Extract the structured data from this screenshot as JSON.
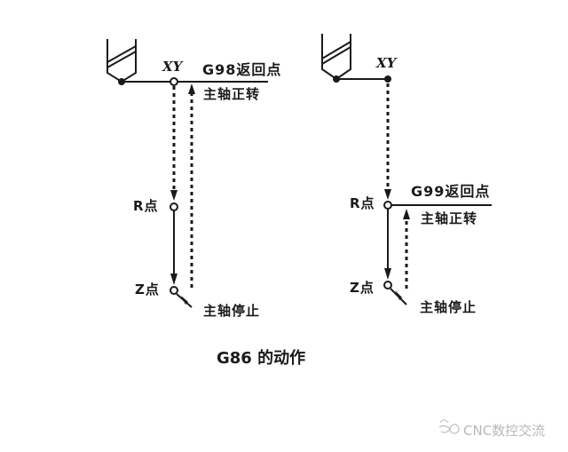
{
  "diagram": {
    "caption": "G86 的动作",
    "watermark": "CNC数控交流",
    "left": {
      "mode": "G98",
      "xy_label": "XY",
      "return_label": "G98返回点",
      "spindle_forward": "主轴正转",
      "r_label": "R点",
      "z_label": "Z点",
      "spindle_stop": "主轴停止"
    },
    "right": {
      "mode": "G99",
      "xy_label": "XY",
      "return_label": "G99返回点",
      "spindle_forward": "主轴正转",
      "r_label": "R点",
      "z_label": "Z点",
      "spindle_stop": "主轴停止"
    }
  },
  "colors": {
    "line": "#1a1a1a",
    "background": "#ffffff",
    "watermark": "#b8b8b8"
  }
}
